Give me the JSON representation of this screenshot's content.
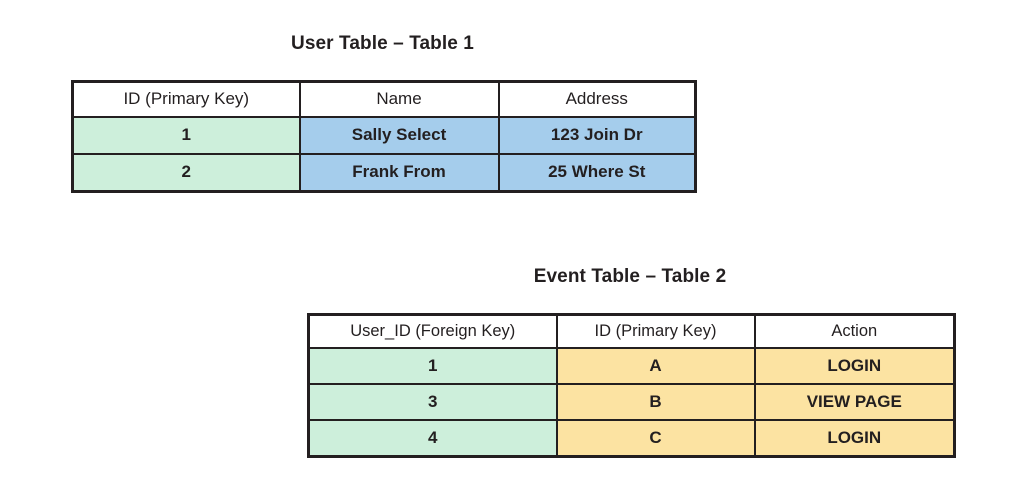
{
  "page": {
    "background_color": "#ffffff",
    "border_color": "#231f20",
    "text_color": "#231f20"
  },
  "palette": {
    "green": "#cdefdb",
    "blue": "#a5cdec",
    "yellow": "#fce3a2",
    "white": "#ffffff"
  },
  "diagram": {
    "type": "relational-table-pair",
    "tables": [
      {
        "id": "user-table",
        "title": "User Table – Table 1",
        "columns": [
          {
            "label": "ID (Primary Key)",
            "fill": "green"
          },
          {
            "label": "Name",
            "fill": "blue"
          },
          {
            "label": "Address",
            "fill": "blue"
          }
        ],
        "rows": [
          {
            "id": "1",
            "name": "Sally Select",
            "address": "123 Join Dr"
          },
          {
            "id": "2",
            "name": "Frank From",
            "address": "25 Where St"
          }
        ]
      },
      {
        "id": "event-table",
        "title": "Event Table – Table 2",
        "columns": [
          {
            "label": "User_ID (Foreign Key)",
            "fill": "green"
          },
          {
            "label": "ID (Primary Key)",
            "fill": "yellow"
          },
          {
            "label": "Action",
            "fill": "yellow"
          }
        ],
        "rows": [
          {
            "user_id": "1",
            "id": "A",
            "action": "LOGIN"
          },
          {
            "user_id": "3",
            "id": "B",
            "action": "VIEW PAGE"
          },
          {
            "user_id": "4",
            "id": "C",
            "action": "LOGIN"
          }
        ]
      }
    ]
  }
}
